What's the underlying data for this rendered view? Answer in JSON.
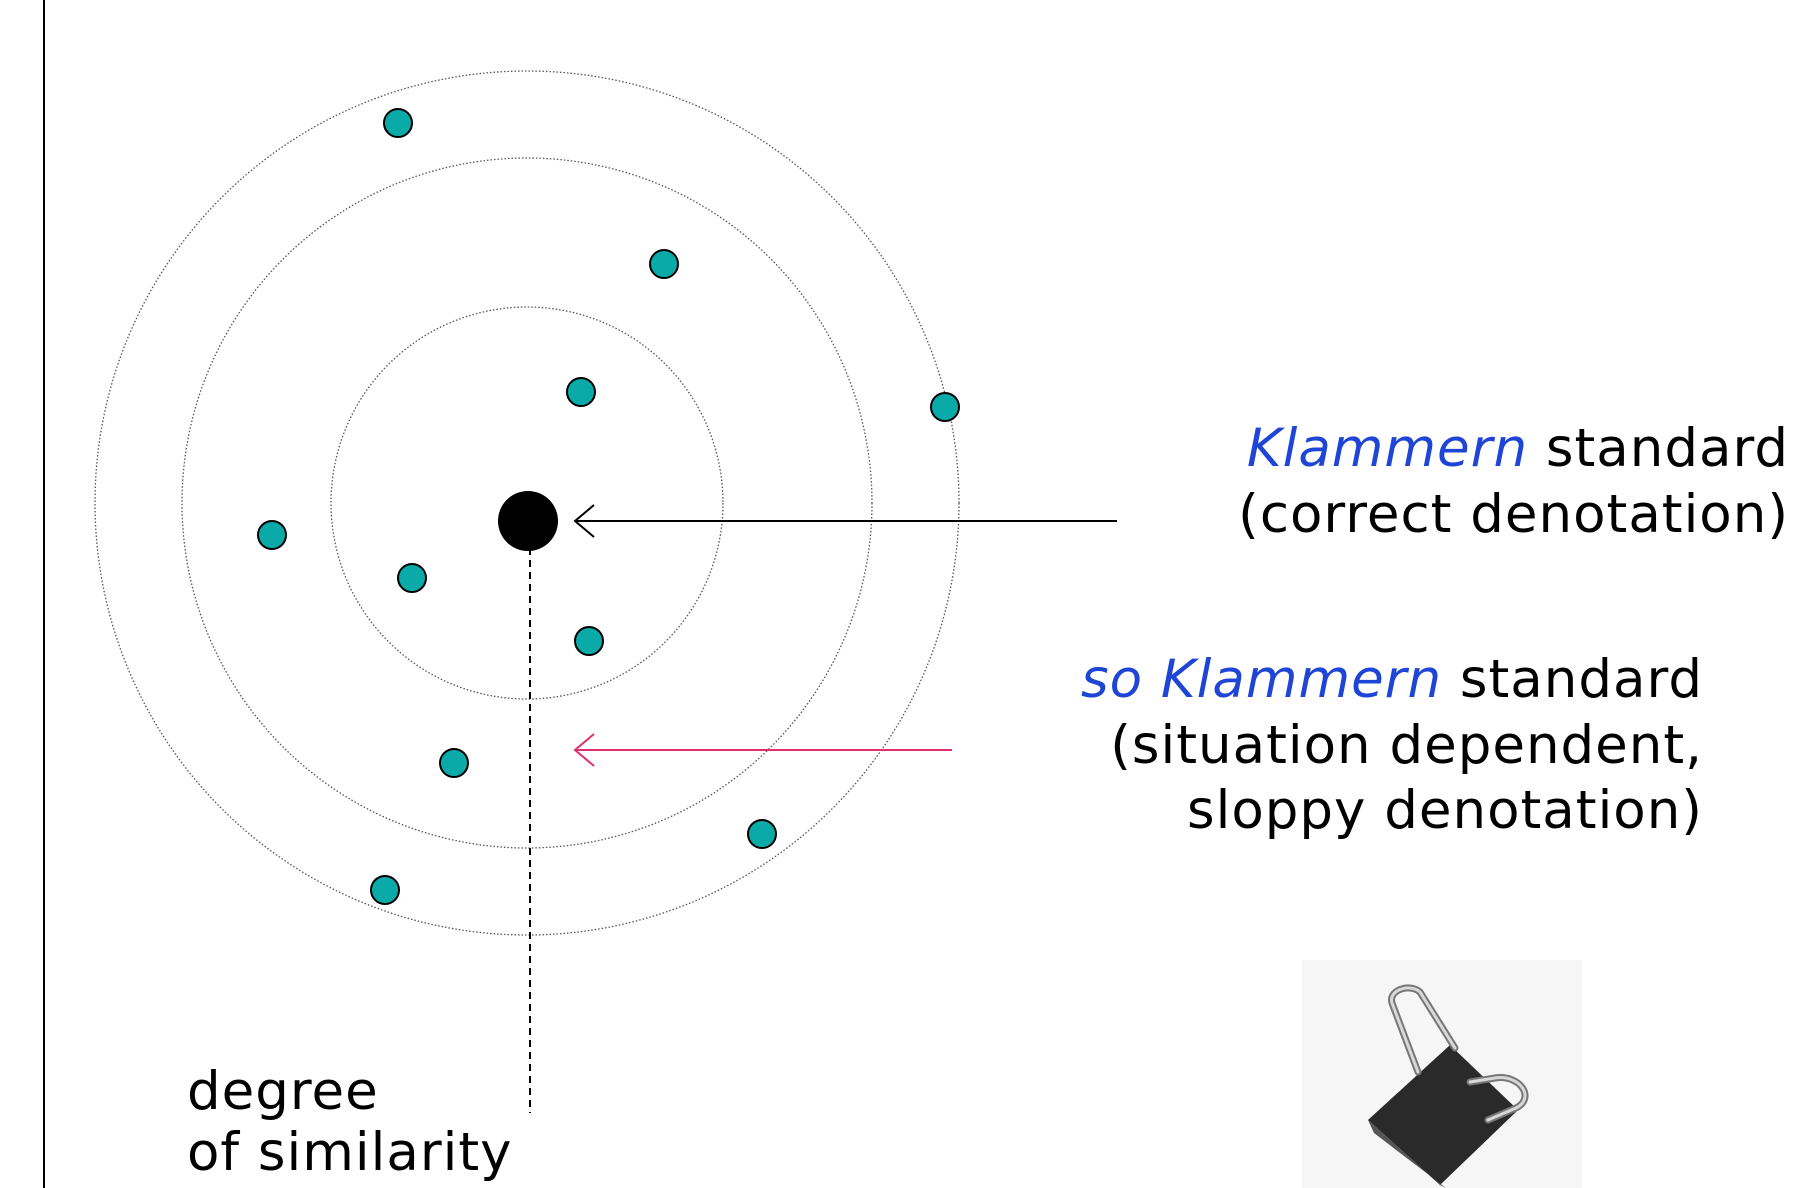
{
  "labels": {
    "correct": {
      "term": "Klammern",
      "rest": " standard",
      "line2": "(correct denotation)"
    },
    "sloppy": {
      "term": "so Klammern",
      "rest": " standard",
      "line2": "(situation dependent,",
      "line3": "sloppy denotation)"
    },
    "degree": {
      "line1": "degree",
      "line2": "of similarity"
    }
  },
  "colors": {
    "dot": "#0aaaa8",
    "center": "#000000",
    "term": "#1f45d6",
    "sloppy_arrow": "#e0306a",
    "rings": "#555555"
  },
  "icons": {
    "clip": "binder-clip-image"
  }
}
